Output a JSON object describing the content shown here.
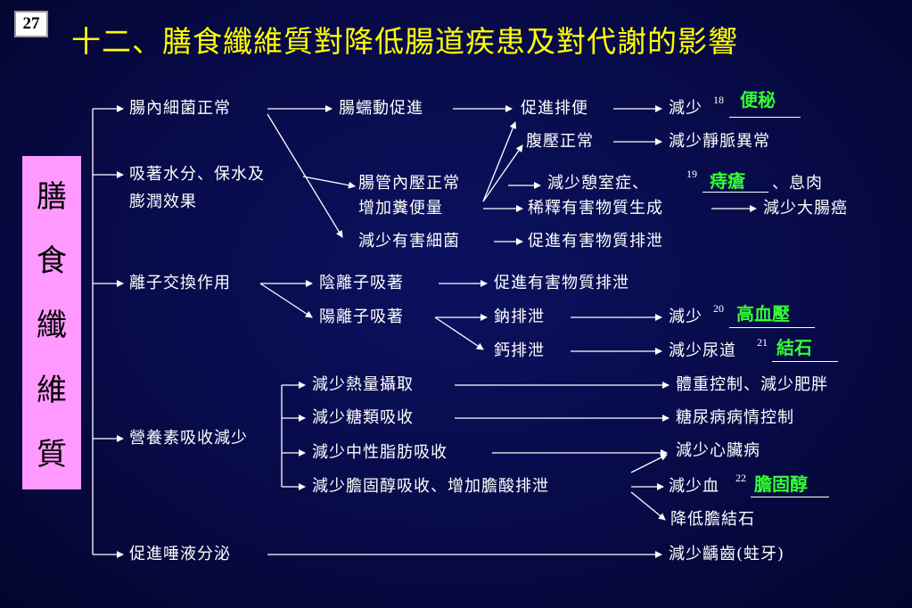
{
  "page_number": "27",
  "title": "十二、膳食纖維質對降低腸道疾患及對代謝的影響",
  "side_label": [
    "膳",
    "食",
    "纖",
    "維",
    "質"
  ],
  "colors": {
    "background": "#070a45",
    "title": "#ffff00",
    "side_box": "#ff99ff",
    "answer": "#33ff33",
    "text": "#ffffff"
  },
  "nodes": {
    "gut_bacteria": "腸內細菌正常",
    "peristalsis": "腸蠕動促進",
    "promote_defecation": "促進排便",
    "reduce_18": "減少",
    "abd_pressure": "腹壓正常",
    "reduce_varicose": "減少靜脈異常",
    "water_absorb": "吸著水分、保水及",
    "water_absorb_2": "膨潤效果",
    "intestinal_pressure": "腸管內壓正常",
    "increase_stool": "增加糞便量",
    "reduce_diverticulum": "減少憩室症、",
    "polyp": "、息肉",
    "dilute_harmful": "稀釋有害物質生成",
    "reduce_colon_cancer": "減少大腸癌",
    "reduce_harmful_bacteria": "減少有害細菌",
    "promote_excrete_harmful_1": "促進有害物質排泄",
    "ion_exchange": "離子交換作用",
    "anion_absorb": "陰離子吸著",
    "promote_excrete_harmful_2": "促進有害物質排泄",
    "cation_absorb": "陽離子吸著",
    "sodium_excrete": "鈉排泄",
    "reduce_20": "減少",
    "calcium_excrete": "鈣排泄",
    "reduce_urinary": "減少尿道",
    "nutrient_absorb": "營養素吸收減少",
    "reduce_calorie": "減少熱量攝取",
    "weight_control": "體重控制、減少肥胖",
    "reduce_sugar": "減少糖類吸收",
    "diabetes_control": "糖尿病病情控制",
    "reduce_fat": "減少中性脂肪吸收",
    "reduce_heart": "減少心臟病",
    "reduce_cholesterol": "減少膽固醇吸收、增加膽酸排泄",
    "reduce_blood": "減少血",
    "lower_gallstone": "降低膽結石",
    "saliva": "促進唾液分泌",
    "reduce_caries": "減少齲齒(蛀牙)"
  },
  "answers": {
    "constipation": "便秘",
    "hemorrhoids": "痔瘡",
    "hypertension": "高血壓",
    "stone": "結石",
    "cholesterol": "膽固醇"
  },
  "refs": {
    "r18": "18",
    "r19": "19",
    "r20": "20",
    "r21": "21",
    "r22": "22"
  }
}
